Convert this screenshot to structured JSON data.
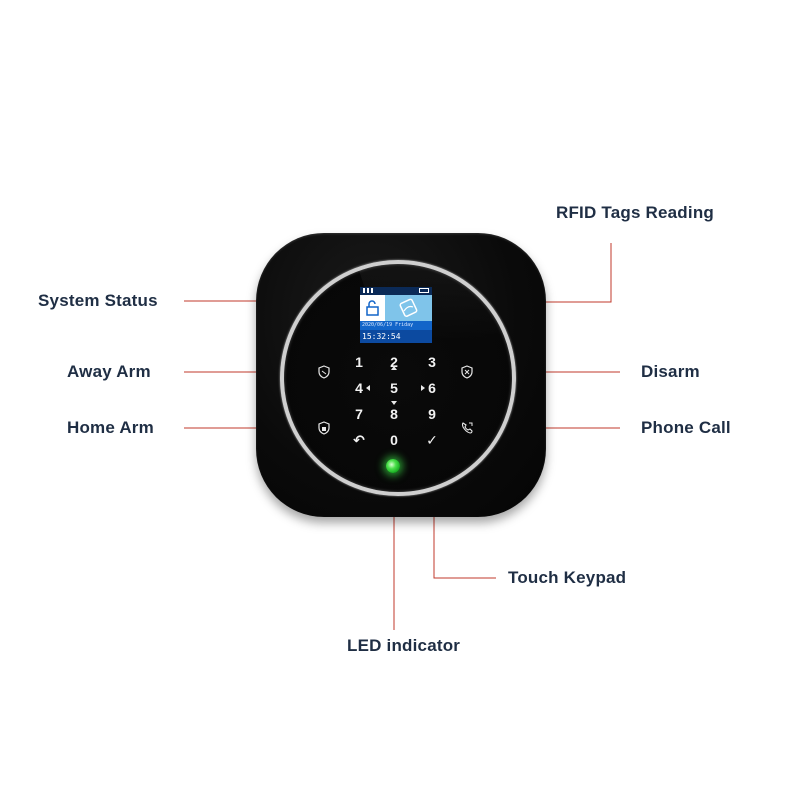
{
  "labels": {
    "rfid": "RFID Tags Reading",
    "system_status": "System Status",
    "away_arm": "Away Arm",
    "home_arm": "Home Arm",
    "disarm": "Disarm",
    "phone_call": "Phone Call",
    "touch_keypad": "Touch Keypad",
    "led_indicator": "LED indicator"
  },
  "screen": {
    "date": "2020/06/19  Friday",
    "time": "15:32:54"
  },
  "keypad": {
    "keys": [
      "1",
      "2",
      "3",
      "4",
      "5",
      "6",
      "7",
      "8",
      "9",
      "↶",
      "0",
      "✓"
    ]
  },
  "icons": {
    "away_arm": "away-arm-shield-icon",
    "disarm": "disarm-shield-icon",
    "home_arm": "home-arm-shield-icon",
    "phone_call": "phone-call-icon"
  },
  "colors": {
    "label_text": "#1f2e44",
    "leader_line": "#c0392b",
    "led": "#3ddc4a",
    "screen": "#1265c9"
  }
}
